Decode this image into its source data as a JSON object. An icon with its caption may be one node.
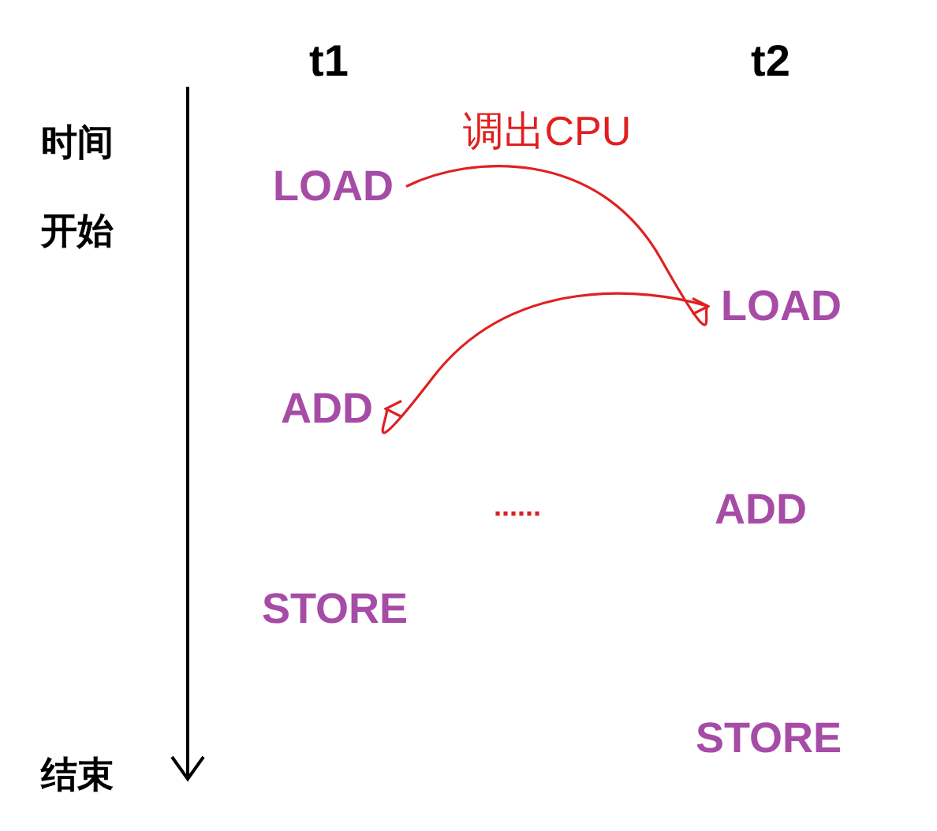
{
  "diagram": {
    "nodes": [
      {
        "text": [
          "LOAD"
        ]
      },
      {
        "text": [
          "LOAD"
        ]
      },
      {
        "text": [
          "ADD"
        ]
      },
      {
        "text": [
          "ADD"
        ]
      },
      {
        "text": [
          "STORE"
        ]
      },
      {
        "text": [
          "STORE"
        ]
      }
    ],
    "edges": [
      {
        "from": 0,
        "to": 1,
        "arrow": "to",
        "label": "调出CPU"
      },
      {
        "from": 1,
        "to": 2,
        "arrow": "to"
      }
    ],
    "labels": [
      "t1",
      "t2",
      "时间开始",
      "......",
      "结束"
    ]
  }
}
